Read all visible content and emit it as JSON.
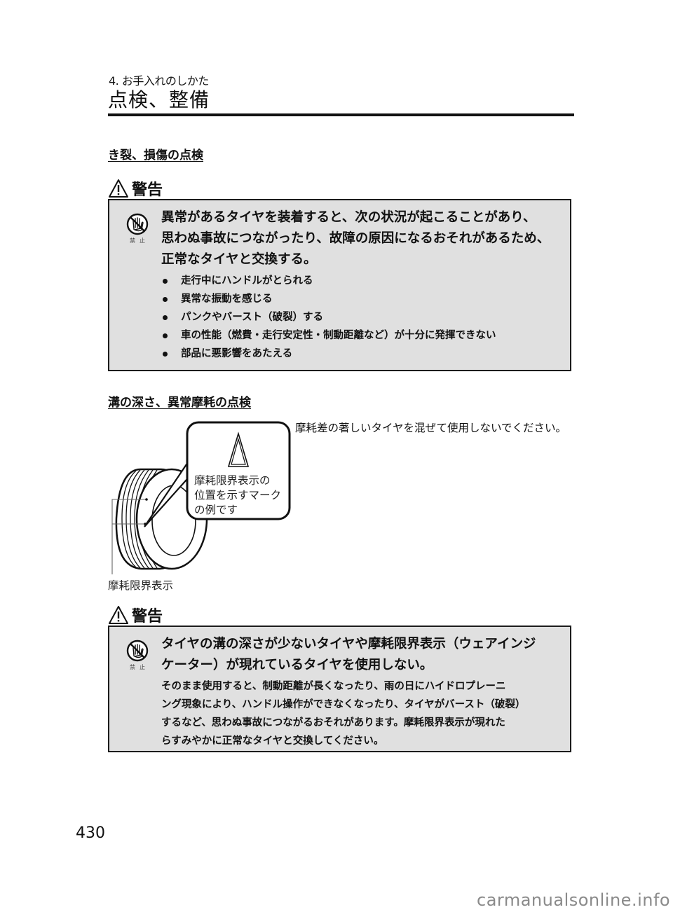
{
  "header": {
    "chapter": "4. お手入れのしかた",
    "title": "点検、整備"
  },
  "section1": {
    "heading": "き裂、損傷の点検",
    "warning": {
      "label": "警告",
      "icon": "warning-triangle-icon",
      "prohibit_icon": "prohibited-hand-icon",
      "prohibit_label": "禁止",
      "lines": [
        "異常があるタイヤを装着すると、次の状況が起こることがあり、",
        "思わぬ事故につながったり、故障の原因になるおそれがあるため、",
        "正常なタイヤと交換する。"
      ],
      "bullets": [
        "走行中にハンドルがとられる",
        "異常な振動を感じる",
        "パンクやバースト（破裂）する",
        "車の性能（燃費・走行安定性・制動距離など）が十分に発揮できない",
        "部品に悪影響をあたえる"
      ]
    }
  },
  "section2": {
    "heading": "溝の深さ、異常摩耗の点検",
    "note": "摩耗差の著しいタイヤを混ぜて使用しないでください。",
    "figure": {
      "callout_lines": [
        "摩耗限界表示の",
        "位置を示すマーク",
        "の例です"
      ],
      "label": "摩耗限界表示"
    },
    "warning": {
      "label": "警告",
      "icon": "warning-triangle-icon",
      "prohibit_icon": "prohibited-hand-icon",
      "prohibit_label": "禁止",
      "lines": [
        "タイヤの溝の深さが少ないタイヤや摩耗限界表示（ウェアインジ",
        "ケーター）が現れているタイヤを使用しない。"
      ],
      "detail_lines": [
        "そのまま使用すると、制動距離が長くなったり、雨の日にハイドロプレーニ",
        "ング現象により、ハンドル操作ができなくなったり、タイヤがバースト（破裂）",
        "するなど、思わぬ事故につながるおそれがあります。摩耗限界表示が現れた",
        "らすみやかに正常なタイヤと交換してください。"
      ]
    }
  },
  "footer": {
    "page_number": "430",
    "watermark": "carmanualsonline.info"
  },
  "colors": {
    "box_bg": "#e0e0e0",
    "box_border": "#1c1c1c",
    "text": "#111111",
    "watermark": "#8a8a8a"
  }
}
